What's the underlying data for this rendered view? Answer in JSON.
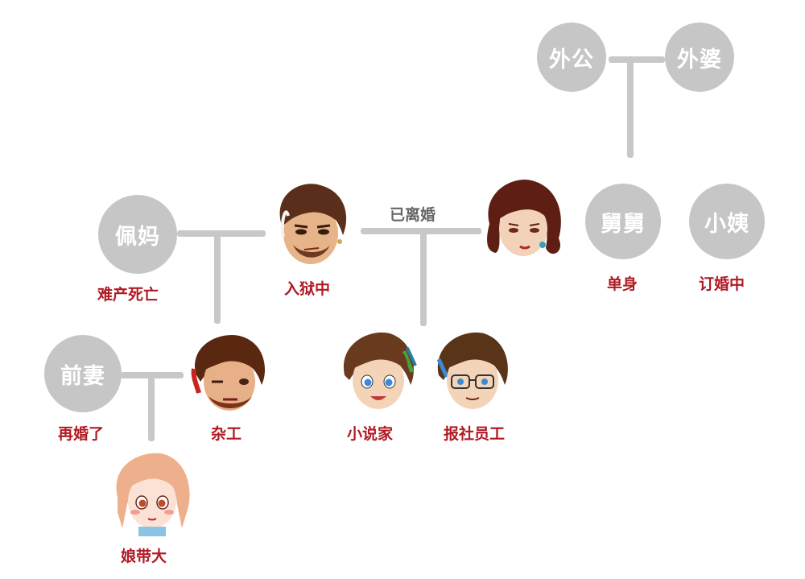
{
  "relation_label": "已离婚",
  "nodes": {
    "wai_gong": {
      "name": "外公"
    },
    "wai_po": {
      "name": "外婆"
    },
    "pei_ma": {
      "name": "佩妈",
      "status": "难产死亡"
    },
    "father": {
      "status": "入狱中"
    },
    "mother": {},
    "jiu_jiu": {
      "name": "舅舅",
      "status": "单身"
    },
    "xiao_yi": {
      "name": "小姨",
      "status": "订婚中"
    },
    "qian_qi": {
      "name": "前妻",
      "status": "再婚了"
    },
    "za_gong": {
      "status": "杂工"
    },
    "novelist": {
      "status": "小说家"
    },
    "reporter": {
      "status": "报社员工"
    },
    "daughter": {
      "status": "娘带大"
    }
  },
  "colors": {
    "node_gray": "#c6c6c6",
    "line_gray": "#c8c8c8",
    "status_red": "#b01a24",
    "label_gray": "#666666"
  }
}
